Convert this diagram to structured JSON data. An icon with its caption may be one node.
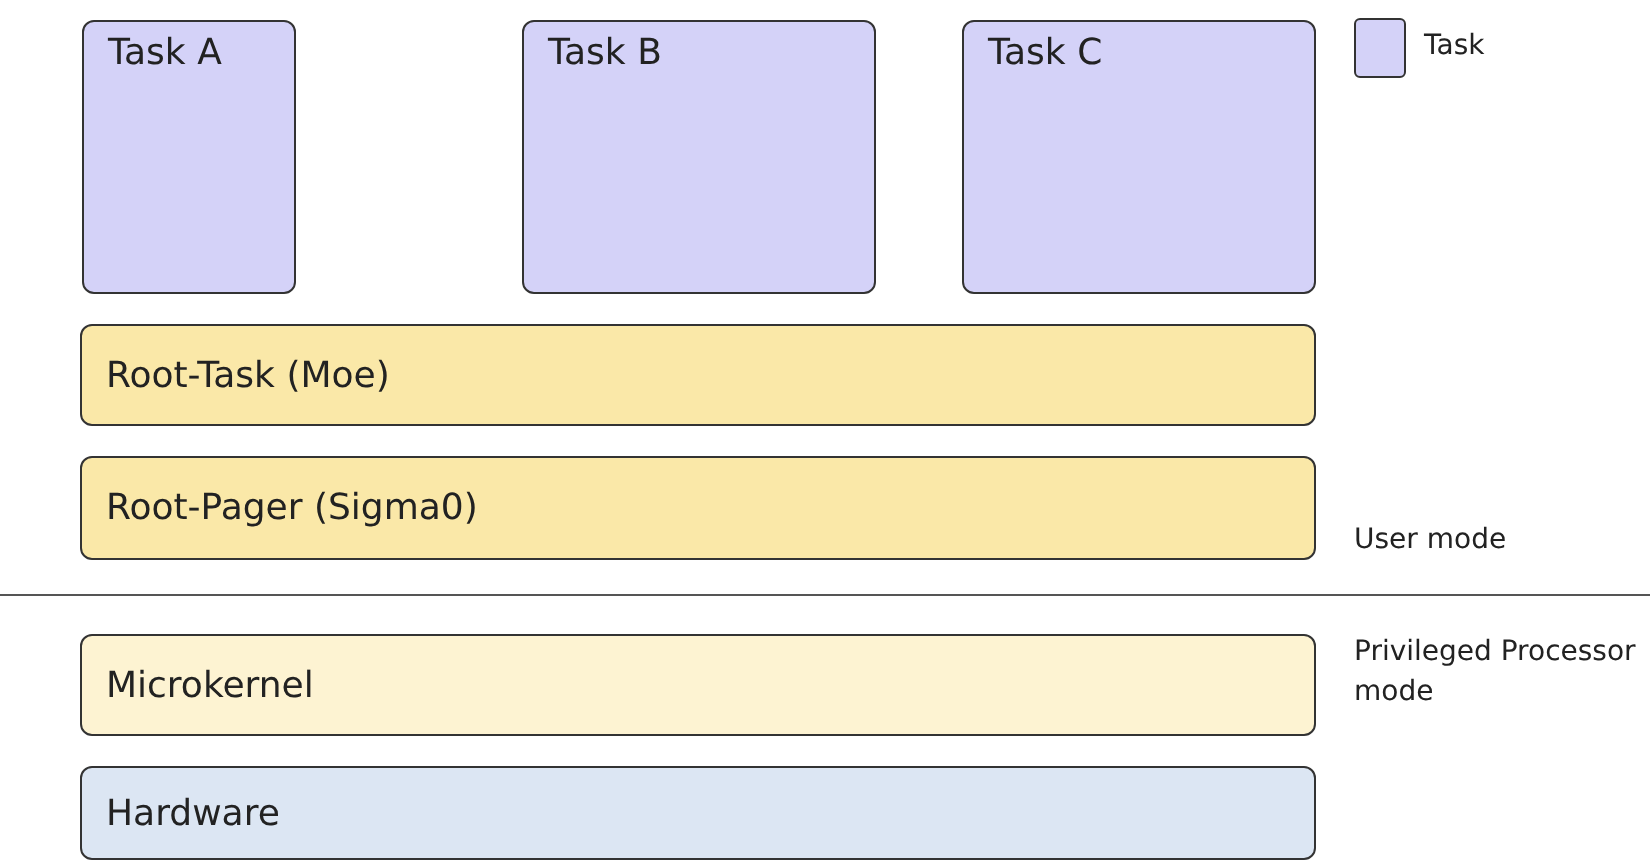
{
  "diagram": {
    "nodes": [
      {
        "text": [
          "Task A"
        ]
      },
      {
        "text": [
          "Task B"
        ]
      },
      {
        "text": [
          "Task C"
        ]
      },
      {
        "text": [
          "Root-Task (Moe)"
        ]
      },
      {
        "text": [
          "Root-Pager (Sigma0)"
        ]
      },
      {
        "text": [
          "Microkernel"
        ]
      },
      {
        "text": [
          "Hardware"
        ]
      }
    ],
    "labels": [
      "User mode",
      "Privileged Processor mode"
    ],
    "legend": [
      {
        "text": "Task",
        "color": "#d4d2f8"
      }
    ]
  }
}
